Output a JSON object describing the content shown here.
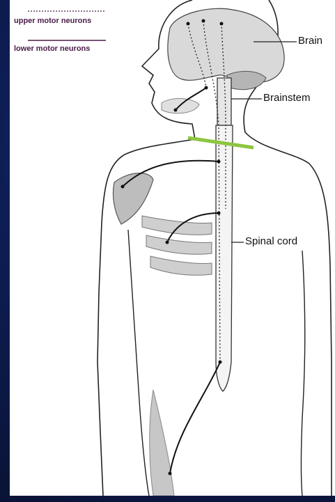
{
  "legend": {
    "upper_label": "upper motor neurons",
    "lower_label": "lower motor neurons"
  },
  "labels": {
    "brain": "Brain",
    "brainstem": "Brainstem",
    "spinal_cord": "Spinal cord"
  },
  "colors": {
    "background": "#0e1f58",
    "panel": "#ffffff",
    "legend_text": "#4a1a48",
    "lesion_marker": "#8cc63f",
    "outline": "#222222"
  }
}
